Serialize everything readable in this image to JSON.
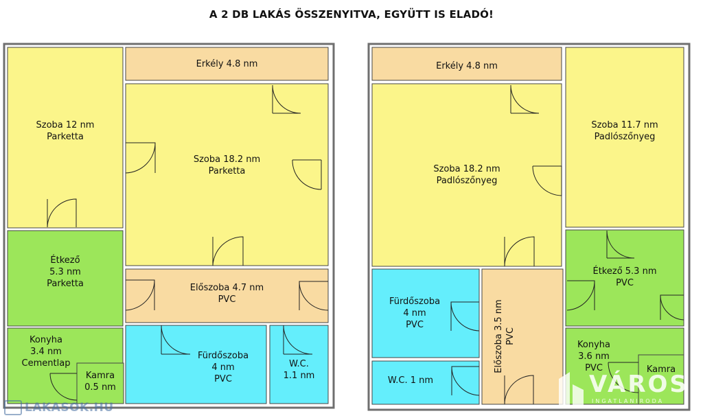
{
  "title": "A 2 DB LAKÁS ÖSSZENYITVA, EGYÜTT IS ELADÓ!",
  "colors": {
    "yellow": "#fbf58a",
    "green": "#9ce65a",
    "cyan": "#64eefc",
    "tan": "#f9dba2",
    "wall": "#6f6f6f"
  },
  "left_apartment": {
    "rooms": {
      "erkely": [
        "Erkély 4.8 nm"
      ],
      "szoba12": [
        "Szoba 12 nm",
        "Parketta"
      ],
      "szoba18": [
        "Szoba 18.2 nm",
        "Parketta"
      ],
      "etkezo": [
        "Étkező",
        "5.3 nm",
        "Parketta"
      ],
      "eloszoba": [
        "Előszoba 4.7 nm",
        "PVC"
      ],
      "konyha": [
        "Konyha",
        "3.4 nm",
        "Cementlap"
      ],
      "kamra": [
        "Kamra",
        "0.5 nm"
      ],
      "furdo": [
        "Fürdőszoba",
        "4 nm",
        "PVC"
      ],
      "wc": [
        "W.C.",
        "1.1 nm"
      ]
    }
  },
  "right_apartment": {
    "rooms": {
      "erkely": [
        "Erkély 4.8 nm"
      ],
      "szoba18": [
        "Szoba 18.2 nm",
        "Padlószőnyeg"
      ],
      "szoba117": [
        "Szoba 11.7 nm",
        "Padlószőnyeg"
      ],
      "etkezo": [
        "Étkező 5.3 nm",
        "PVC"
      ],
      "furdo": [
        "Fürdőszoba",
        "4 nm",
        "PVC"
      ],
      "eloszoba": "Előszoba 3.5 nm",
      "eloszoba_floor": "PVC",
      "wc": [
        "W.C. 1 nm"
      ],
      "konyha": [
        "Konyha",
        "3.6 nm",
        "PVC"
      ],
      "kamra": [
        "Kamra"
      ]
    }
  },
  "watermarks": {
    "left": "LAKASOK.HU",
    "right": "VÁROSI",
    "right_sub": "INGATLANIRODA"
  }
}
